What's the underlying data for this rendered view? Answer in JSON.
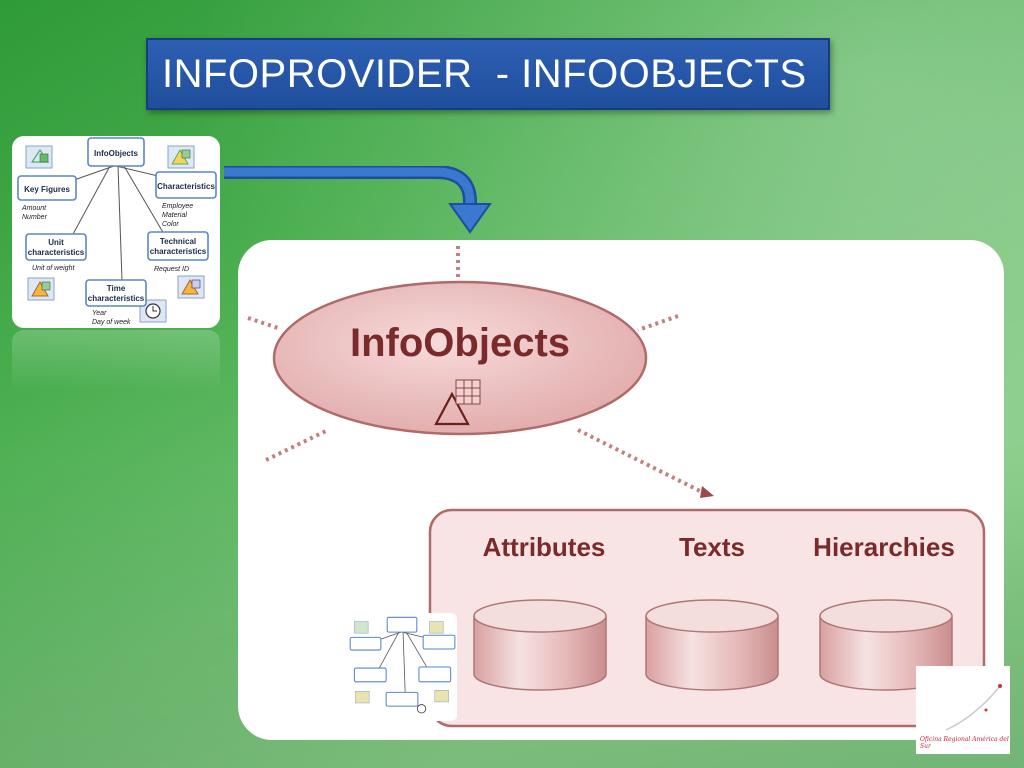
{
  "title": "INFOPROVIDER  - INFOOBJECTS",
  "thumbnail": {
    "root": "InfoObjects",
    "key_figures": {
      "label": "Key Figures",
      "examples": [
        "Amount",
        "Number"
      ]
    },
    "characteristics": {
      "label": "Characteristics",
      "examples": [
        "Employee",
        "Material",
        "Color"
      ]
    },
    "unit": {
      "label1": "Unit",
      "label2": "characteristics",
      "example": "Unit of weight"
    },
    "technical": {
      "label1": "Technical",
      "label2": "characteristics",
      "example": "Request ID"
    },
    "time": {
      "label1": "Time",
      "label2": "characteristics",
      "examples": [
        "Year",
        "Day of week"
      ]
    }
  },
  "diagram": {
    "center": "InfoObjects",
    "components": [
      "Attributes",
      "Texts",
      "Hierarchies"
    ]
  },
  "logo": {
    "text": "Oficina Regional América del Sur"
  },
  "colors": {
    "title_bg": "#1f4e9c",
    "ellipse_fill": "#e9b8b8",
    "box_fill": "#f6dede",
    "accent": "#b34c4c"
  }
}
